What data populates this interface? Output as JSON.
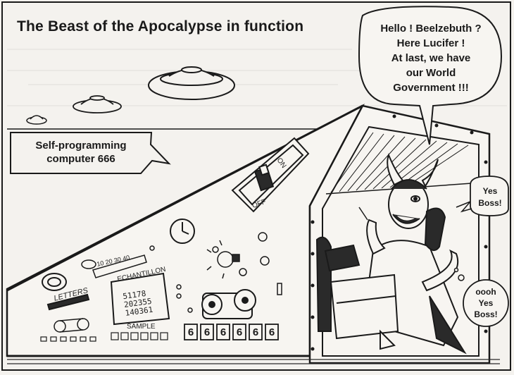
{
  "title": "The Beast of the Apocalypse in function",
  "caption": [
    "Self-programming",
    "computer 666"
  ],
  "speech_bubble": [
    "Hello ! Beelzebuth ?",
    "Here Lucifer !",
    "At last, we have",
    "our World",
    "Government !!!"
  ],
  "phone_bubble": [
    "Yes",
    "Boss!"
  ],
  "thought_bubble": [
    "oooh",
    "Yes",
    "Boss!"
  ],
  "panel": {
    "switch_on": "ON",
    "switch_off": "OFF",
    "letters": "LETTERS",
    "echantillon": "ECHANTILLON",
    "sample": "SAMPLE",
    "gauge_marks": "10 20 30 40",
    "numbers": [
      "51178",
      "202355",
      "140361"
    ],
    "digit_tiles": [
      "6",
      "6",
      "6",
      "6",
      "6",
      "6"
    ]
  }
}
